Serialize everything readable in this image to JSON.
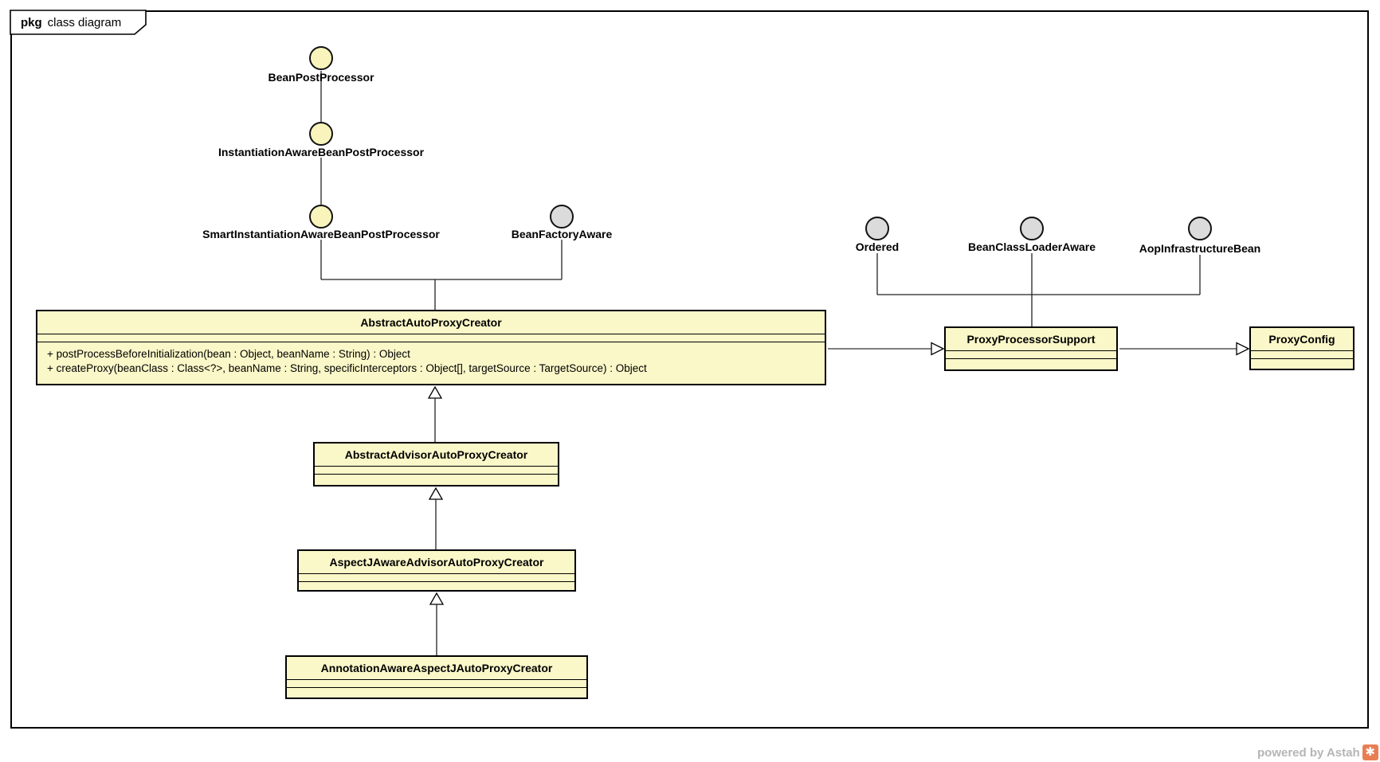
{
  "package_frame": {
    "keyword": "pkg",
    "title": "class diagram"
  },
  "interfaces": [
    {
      "label": "BeanPostProcessor",
      "style": "implemented"
    },
    {
      "label": "InstantiationAwareBeanPostProcessor",
      "style": "implemented"
    },
    {
      "label": "SmartInstantiationAwareBeanPostProcessor",
      "style": "implemented"
    },
    {
      "label": "BeanFactoryAware",
      "style": "external"
    },
    {
      "label": "Ordered",
      "style": "external"
    },
    {
      "label": "BeanClassLoaderAware",
      "style": "external"
    },
    {
      "label": "AopInfrastructureBean",
      "style": "external"
    }
  ],
  "classes": [
    {
      "name": "AbstractAutoProxyCreator",
      "operations": [
        "+ postProcessBeforeInitialization(bean : Object, beanName : String) : Object",
        "+ createProxy(beanClass : Class<?>, beanName : String, specificInterceptors : Object[], targetSource : TargetSource) : Object"
      ]
    },
    {
      "name": "ProxyProcessorSupport",
      "operations": []
    },
    {
      "name": "ProxyConfig",
      "operations": []
    },
    {
      "name": "AbstractAdvisorAutoProxyCreator",
      "operations": []
    },
    {
      "name": "AspectJAwareAdvisorAutoProxyCreator",
      "operations": []
    },
    {
      "name": "AnnotationAwareAspectJAutoProxyCreator",
      "operations": []
    }
  ],
  "colors": {
    "class_fill": "#FAF7C8",
    "interface_fill_implemented": "#F8F4BB",
    "interface_fill_external": "#DBDBDB",
    "border": "#000000",
    "watermark_text": "#B5B5B5",
    "logo_orange": "#E87E54"
  },
  "watermark": {
    "text": "powered by Astah",
    "logo_glyph": "✱"
  }
}
